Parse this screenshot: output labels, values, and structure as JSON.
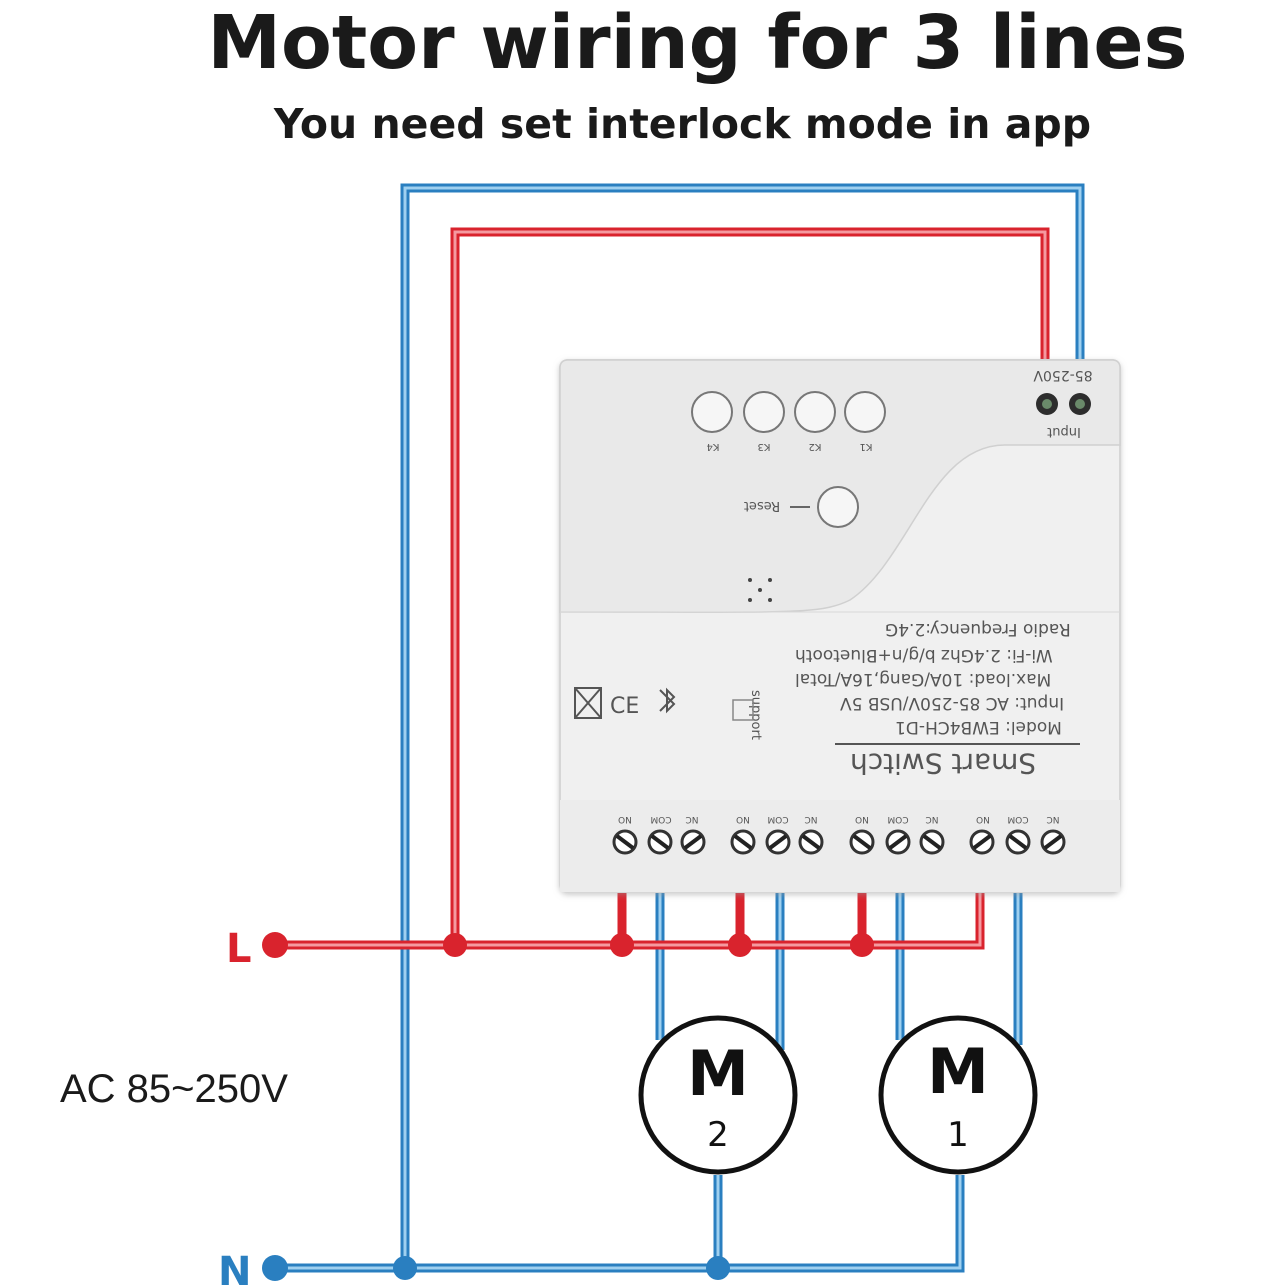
{
  "title": "Motor wiring for 3 lines",
  "subtitle": "You need set interlock mode in  app",
  "labels": {
    "live": "L",
    "neutral": "N",
    "supply": "AC 85~250V"
  },
  "motors": [
    {
      "symbol": "M",
      "number": "2"
    },
    {
      "symbol": "M",
      "number": "1"
    }
  ],
  "device": {
    "name": "Smart Switch",
    "model": "Model:  EWB4CH-D1",
    "input": "Input:  AC 85-250V/USB 5V",
    "max_load": "Max.load:  10A/Gang,16A/Total",
    "wifi": "Wi-Fi:  2.4Ghz b/g/n+Bluetooth",
    "radio": "Radio Frequency:2.4G",
    "input_voltage": "85-250V",
    "input_label": "Input",
    "reset": "Reset",
    "support": "support",
    "buttons": [
      "K1",
      "K2",
      "K3",
      "K4"
    ],
    "terminal_labels": [
      "NC",
      "COM",
      "NO"
    ]
  },
  "colors": {
    "live": "#d9232d",
    "neutral": "#2a7fc0",
    "device_body": "#f0f0f0"
  }
}
